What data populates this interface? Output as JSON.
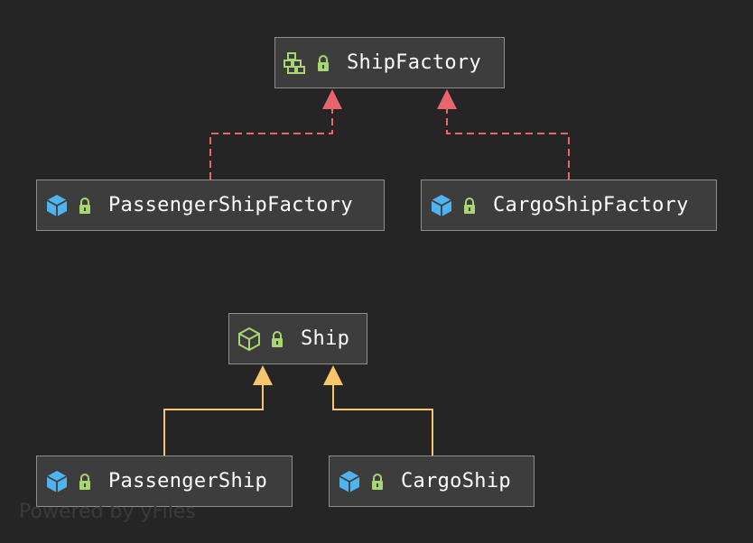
{
  "colors": {
    "background": "#252525",
    "node_fill": "#3d3d3d",
    "node_border": "#8e8e8e",
    "text": "#ffffff",
    "realization_edge": "#e8656f",
    "generalization_edge": "#f7c56b",
    "class_icon": "#4fb3f0",
    "interface_icon": "#a8d672",
    "lock_icon": "#a8d672"
  },
  "nodes": {
    "ship_factory": {
      "label": "ShipFactory",
      "icon": "interface-icon"
    },
    "passenger_ship_factory": {
      "label": "PassengerShipFactory",
      "icon": "class-icon"
    },
    "cargo_ship_factory": {
      "label": "CargoShipFactory",
      "icon": "class-icon"
    },
    "ship": {
      "label": "Ship",
      "icon": "abstract-class-icon"
    },
    "passenger_ship": {
      "label": "PassengerShip",
      "icon": "class-icon"
    },
    "cargo_ship": {
      "label": "CargoShip",
      "icon": "class-icon"
    }
  },
  "edges": [
    {
      "from": "PassengerShipFactory",
      "to": "ShipFactory",
      "kind": "realization"
    },
    {
      "from": "CargoShipFactory",
      "to": "ShipFactory",
      "kind": "realization"
    },
    {
      "from": "PassengerShip",
      "to": "Ship",
      "kind": "generalization"
    },
    {
      "from": "CargoShip",
      "to": "Ship",
      "kind": "generalization"
    }
  ],
  "watermark": "Powered by yFiles"
}
